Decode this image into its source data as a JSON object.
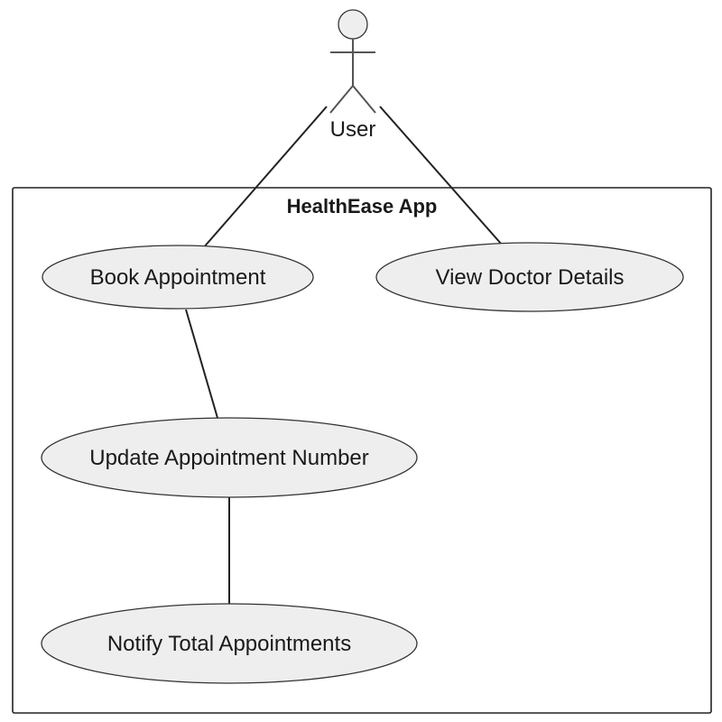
{
  "diagram": {
    "system": {
      "title": "HealthEase App"
    },
    "actor": {
      "label": "User",
      "icon": "stick-figure-actor-icon"
    },
    "use_cases": {
      "book": "Book Appointment",
      "view": "View Doctor Details",
      "update": "Update Appointment Number",
      "notify": "Notify Total Appointments"
    },
    "associations": [
      {
        "from": "User",
        "to": "Book Appointment"
      },
      {
        "from": "User",
        "to": "View Doctor Details"
      },
      {
        "from": "Book Appointment",
        "to": "Update Appointment Number"
      },
      {
        "from": "Update Appointment Number",
        "to": "Notify Total Appointments"
      }
    ]
  }
}
